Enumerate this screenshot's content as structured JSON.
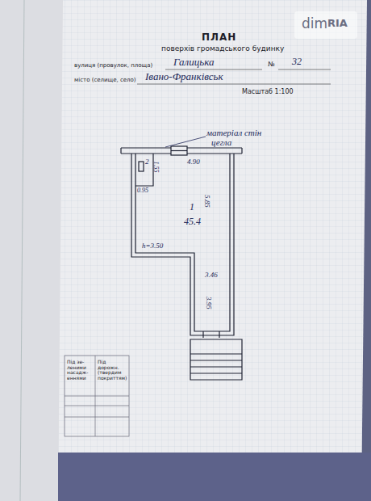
{
  "diagram": {
    "title": "ПЛАН",
    "nodes": [
      {
        "text": [
          "1",
          "45.4"
        ]
      },
      {
        "text": [
          "2"
        ]
      }
    ],
    "labels": [
      "поверхів громадського будинку",
      "вулиця (провулок, площа)",
      "Галицька",
      "№",
      "32",
      "місто (селище, село)",
      "Івано-Франківськ",
      "Масштаб 1:100",
      "матеріал стін",
      "цегла",
      "4.90",
      "5.85",
      "h=3.50",
      "3.46",
      "3.95",
      "1.55",
      "0.95",
      "Під зе- леними насадж- еннями",
      "Під дорожн. (твердим покриттям)",
      "dim",
      "RIA"
    ]
  }
}
